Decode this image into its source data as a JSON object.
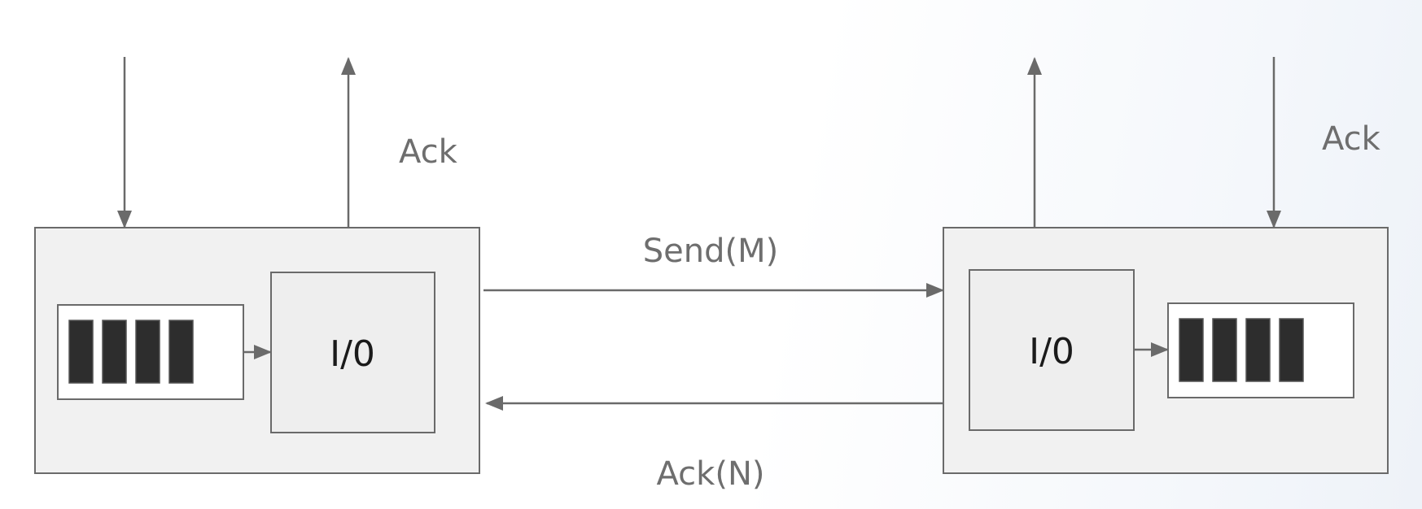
{
  "labels": {
    "left_ack": "Ack",
    "right_ack": "Ack",
    "send": "Send(M)",
    "ack_n": "Ack(N)"
  },
  "nodes": {
    "left_io": "I/0",
    "right_io": "I/0"
  },
  "queues": {
    "left_slots": 4,
    "right_slots": 4
  },
  "colors": {
    "line": "#6a6a6a",
    "label": "#6e6e6e",
    "slot": "#2d2d2d",
    "box_fill": "#f1f1f1"
  }
}
